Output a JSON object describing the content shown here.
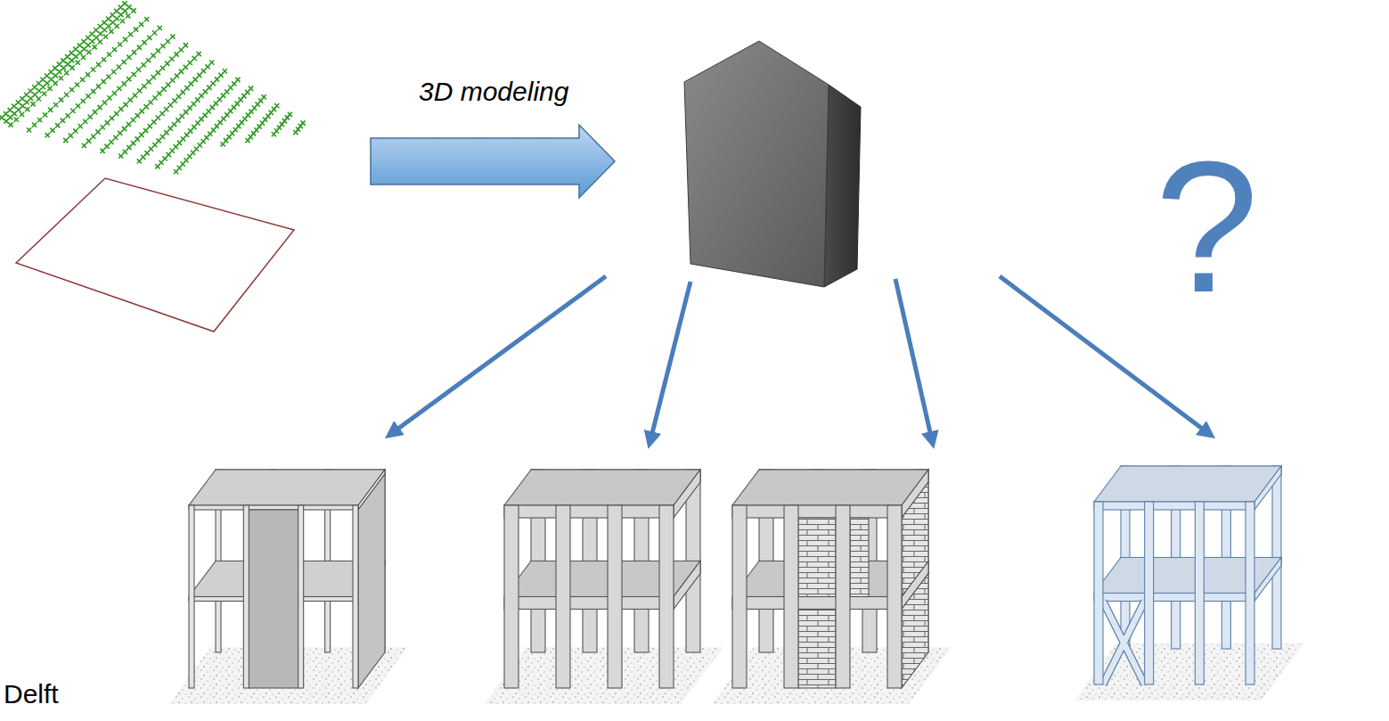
{
  "diagram": {
    "labels": [
      "3D modeling",
      "?",
      "Delft"
    ]
  }
}
